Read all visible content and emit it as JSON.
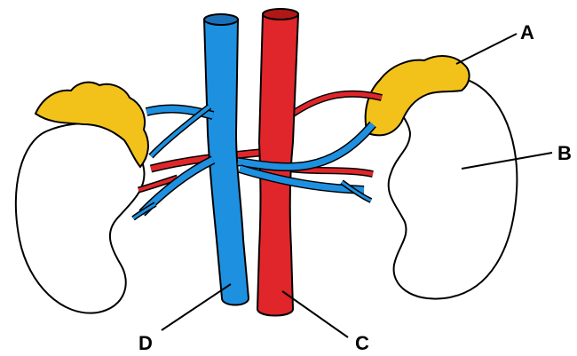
{
  "labels": {
    "a": "A",
    "b": "B",
    "c": "C",
    "d": "D"
  },
  "colors": {
    "vein": "#1e90e0",
    "artery": "#e0262a",
    "adrenal": "#f2c21b",
    "kidney": "#ffffff",
    "outline": "#000000"
  }
}
